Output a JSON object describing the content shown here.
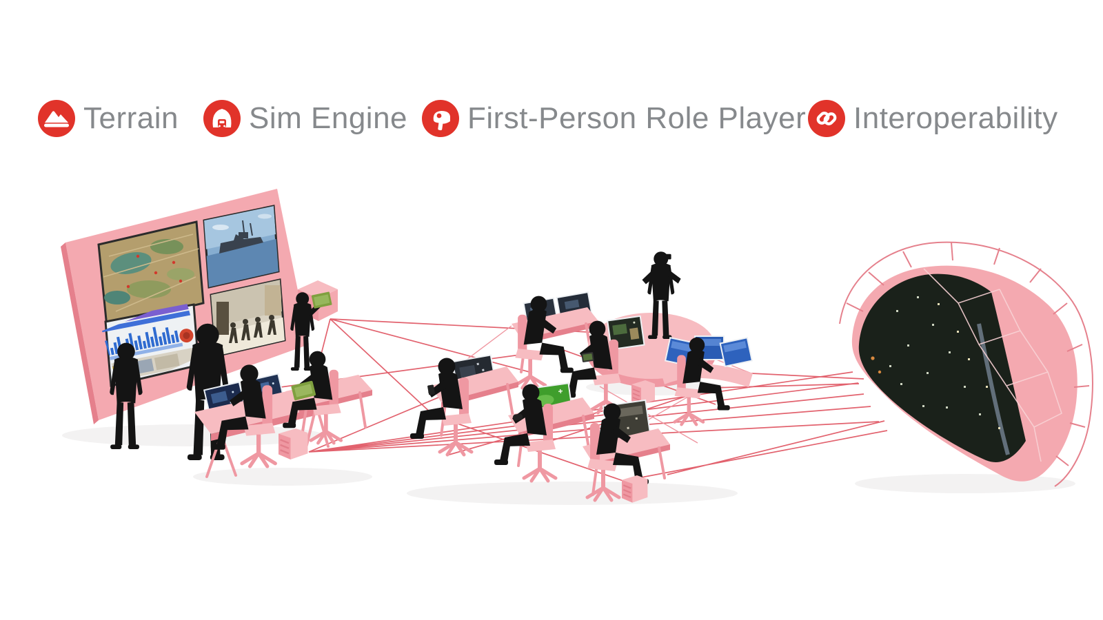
{
  "legend": {
    "text_color": "#86898c",
    "icon_color": "#e1332a",
    "items": [
      {
        "label": "Terrain",
        "icon": "mountain-icon"
      },
      {
        "label": "Sim Engine",
        "icon": "driving-sim-icon"
      },
      {
        "label": "First-Person Role Player",
        "icon": "vr-role-player-icon"
      },
      {
        "label": "Interoperability",
        "icon": "chain-link-icon"
      }
    ]
  },
  "scene": {
    "palette": {
      "pink": "#f4a9b0",
      "pink_soft": "#f7bcc1",
      "pink_mid": "#ef98a2",
      "pink_deep": "#e5808c",
      "line": "#e2626e",
      "line_soft": "#ef96a0",
      "sil": "#141414"
    }
  }
}
